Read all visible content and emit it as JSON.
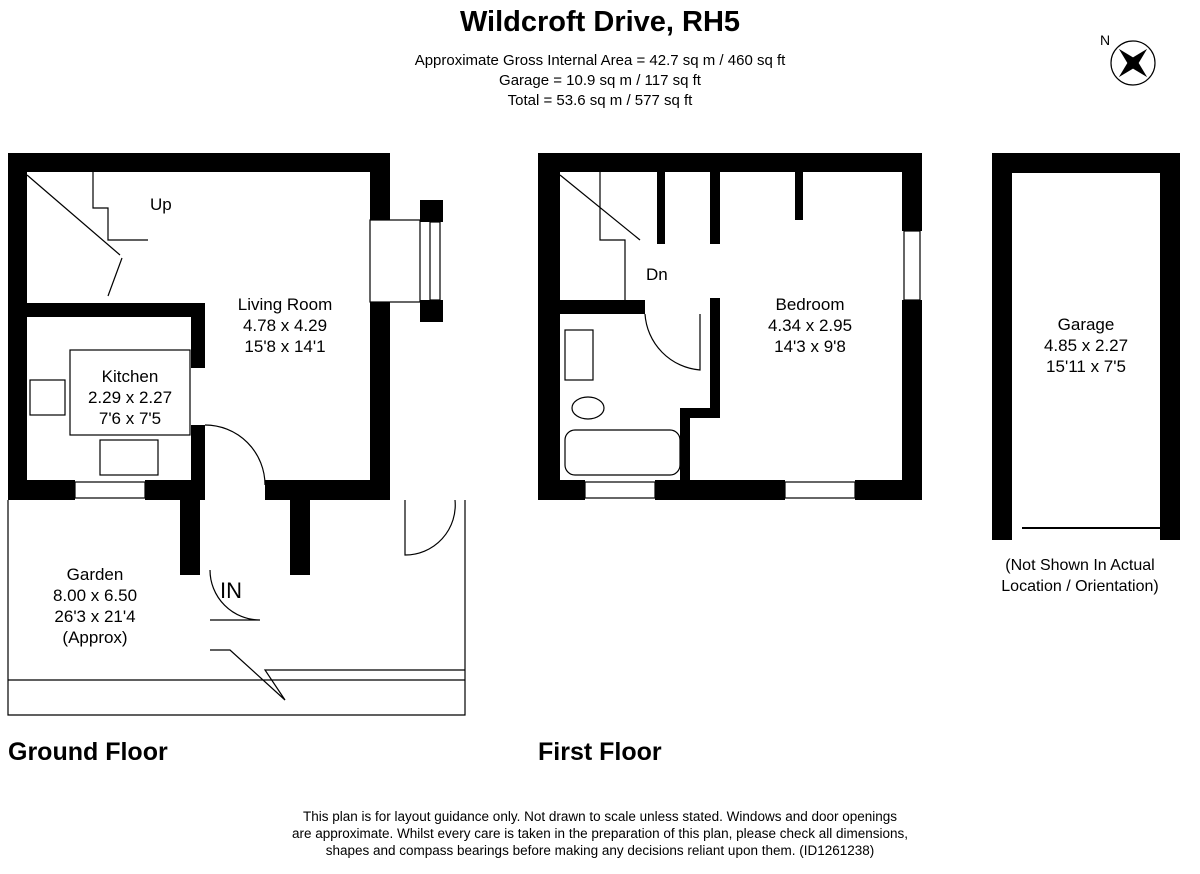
{
  "header": {
    "title": "Wildcroft Drive, RH5",
    "gross_area": "Approximate Gross Internal Area = 42.7 sq m / 460 sq ft",
    "garage_area": "Garage = 10.9 sq m / 117 sq ft",
    "total_area": "Total = 53.6 sq m / 577 sq ft"
  },
  "compass": {
    "label": "N"
  },
  "ground_floor": {
    "label": "Ground Floor",
    "stairs": "Up",
    "entrance": "IN",
    "rooms": [
      {
        "name": "Living Room",
        "metric": "4.78 x 4.29",
        "imperial": "15'8 x 14'1"
      },
      {
        "name": "Kitchen",
        "metric": "2.29 x 2.27",
        "imperial": "7'6 x 7'5"
      },
      {
        "name": "Garden",
        "metric": "8.00 x 6.50",
        "imperial": "26'3 x 21'4",
        "note": "(Approx)"
      }
    ]
  },
  "first_floor": {
    "label": "First Floor",
    "stairs": "Dn",
    "rooms": [
      {
        "name": "Bedroom",
        "metric": "4.34 x 2.95",
        "imperial": "14'3 x 9'8"
      }
    ]
  },
  "garage": {
    "name": "Garage",
    "metric": "4.85 x 2.27",
    "imperial": "15'11 x 7'5",
    "note_1": "(Not Shown In Actual",
    "note_2": "Location / Orientation)"
  },
  "disclaimer": {
    "line_1": "This plan is for layout guidance only. Not drawn to scale unless stated. Windows and door openings",
    "line_2": "are approximate. Whilst every care is taken in the preparation of this plan, please check all dimensions,",
    "line_3": "shapes and compass bearings before making any decisions reliant upon them. (ID1261238)"
  }
}
